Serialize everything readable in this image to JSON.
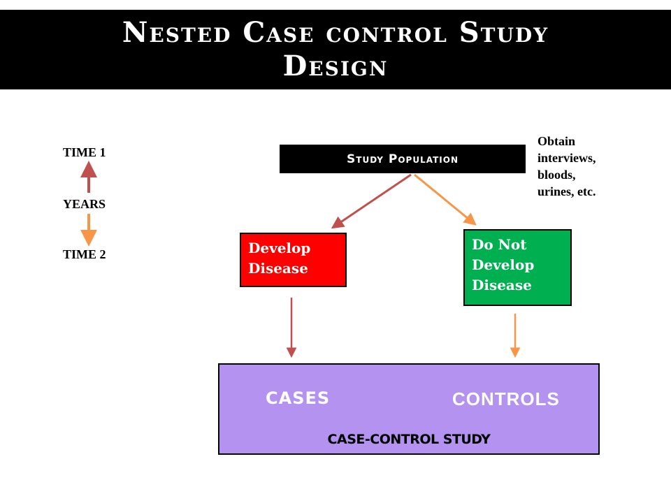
{
  "title": {
    "line1": "Nested Case control Study",
    "line2": "Design"
  },
  "timeline": {
    "time1": "TIME 1",
    "years": "YEARS",
    "time2": "TIME 2"
  },
  "study_population": "Study Population",
  "obtain_note": [
    "Obtain",
    "interviews,",
    "bloods,",
    "urines, etc."
  ],
  "develop_box": [
    "Develop",
    "Disease"
  ],
  "not_develop_box": [
    "Do Not",
    "Develop",
    "Disease"
  ],
  "case_control": {
    "cases": "CASES",
    "controls": "CONTROLS",
    "study": "CASE-CONTROL STUDY"
  },
  "colors": {
    "red_arrow": "#c0504d",
    "orange_arrow": "#f79646",
    "develop_fill": "#ff0000",
    "not_develop_fill": "#00b050",
    "case_control_fill": "#b392f0",
    "title_bar": "#000000"
  }
}
